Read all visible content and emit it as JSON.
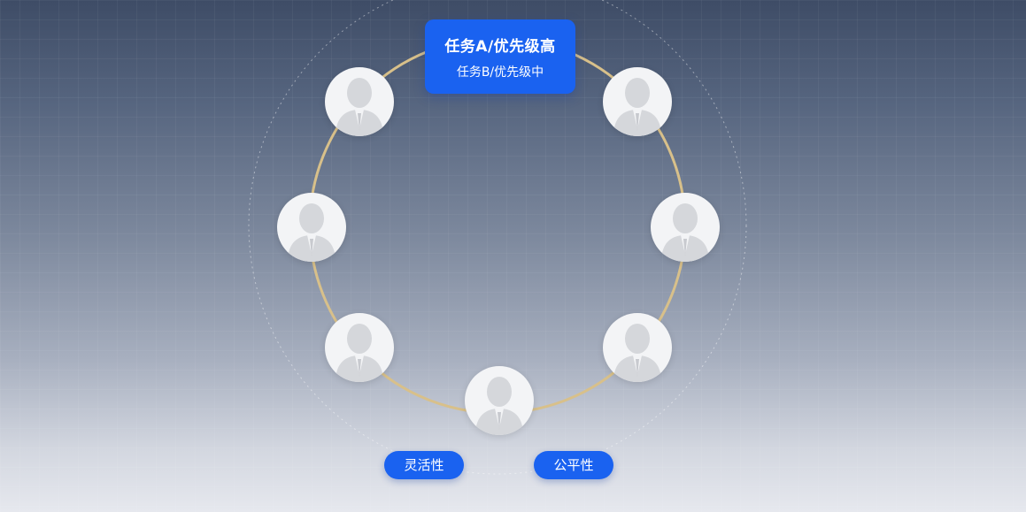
{
  "task_box": {
    "line1": "任务A/优先级高",
    "line2": "任务B/优先级中"
  },
  "tags": [
    {
      "label": "灵活性"
    },
    {
      "label": "公平性"
    }
  ],
  "avatars": [
    {
      "icon": "person-silhouette-icon"
    },
    {
      "icon": "person-silhouette-icon"
    },
    {
      "icon": "person-silhouette-icon"
    },
    {
      "icon": "person-silhouette-icon"
    },
    {
      "icon": "person-silhouette-icon"
    },
    {
      "icon": "person-silhouette-icon"
    },
    {
      "icon": "person-silhouette-icon"
    }
  ],
  "colors": {
    "accent_blue": "#1a62f0",
    "ring_gold": "#d8c08a",
    "avatar_bg": "#f3f4f6",
    "silhouette": "#d5d7db"
  }
}
